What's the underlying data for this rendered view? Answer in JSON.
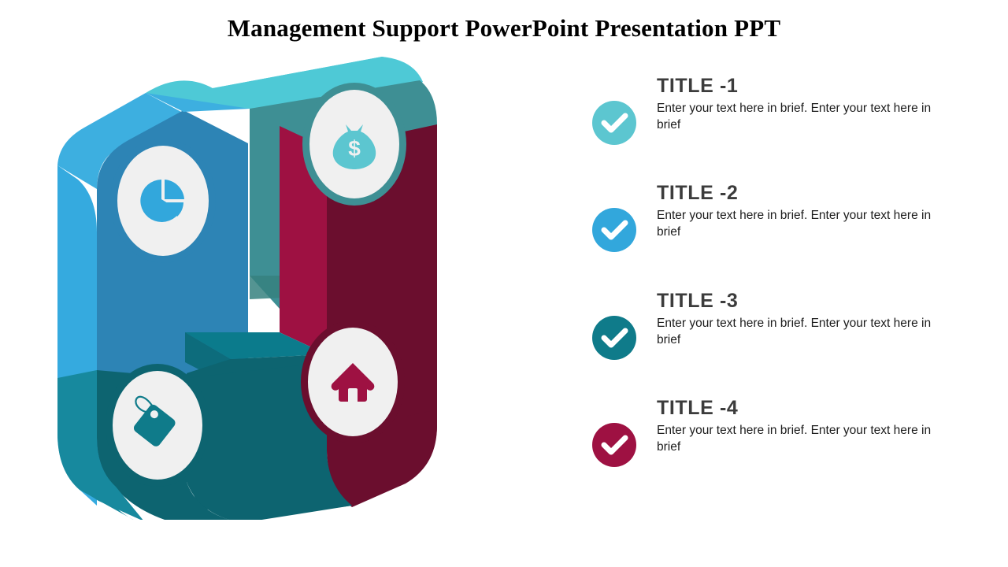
{
  "slide": {
    "title": "Management Support PowerPoint Presentation PPT",
    "background_color": "#ffffff"
  },
  "palette": {
    "light_turquoise": "#5cc6d0",
    "bright_blue": "#32a7dc",
    "teal": "#0f7b8a",
    "crimson": "#9e1142",
    "dark_crimson": "#6b0e2e",
    "sea_green": "#3e8f94",
    "deep_teal": "#0d6470",
    "cyan_top": "#4ec9d6",
    "circle_fill": "#f0f0f0",
    "title_gray": "#3c3c3c",
    "body_black": "#1c1c1c"
  },
  "diagram": {
    "type": "isometric-square-ring",
    "segments": [
      {
        "id": "segment-left",
        "icon": "pie-chart-icon",
        "color": "#32a7dc",
        "icon_color": "#32a7dc"
      },
      {
        "id": "segment-top-right",
        "icon": "money-bag-icon",
        "color": "#3e8f94",
        "icon_color": "#5cc6d0"
      },
      {
        "id": "segment-right",
        "icon": "home-icon",
        "color": "#6b0e2e",
        "icon_color": "#9e1142"
      },
      {
        "id": "segment-bottom",
        "icon": "price-tag-icon",
        "color": "#0d6470",
        "icon_color": "#0f7b8a"
      }
    ]
  },
  "items": [
    {
      "title": "TITLE -1",
      "description": "Enter your text here in brief. Enter your text here in brief",
      "badge_color": "#5cc6d0",
      "badge_icon": "check-icon"
    },
    {
      "title": "TITLE -2",
      "description": "Enter your text here in brief. Enter your text here in brief",
      "badge_color": "#32a7dc",
      "badge_icon": "check-icon"
    },
    {
      "title": "TITLE -3",
      "description": "Enter your text here in brief. Enter your text here in brief",
      "badge_color": "#0f7b8a",
      "badge_icon": "check-icon"
    },
    {
      "title": "TITLE -4",
      "description": "Enter your text here in brief. Enter your text here in brief",
      "badge_color": "#9e1142",
      "badge_icon": "check-icon"
    }
  ]
}
